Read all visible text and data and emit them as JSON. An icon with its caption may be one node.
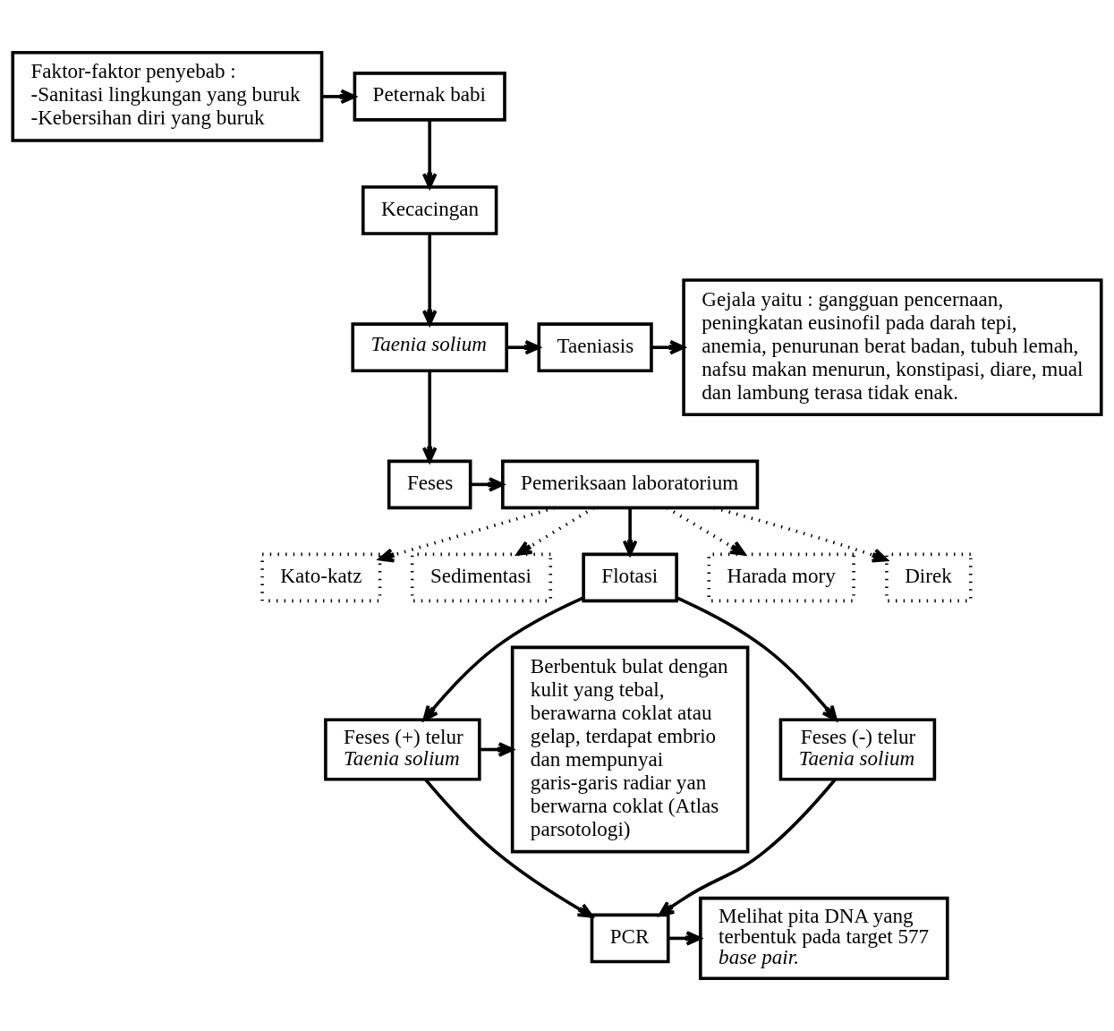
{
  "diagram": {
    "nodes": [
      {
        "text": [
          "Peternak babi"
        ]
      },
      {
        "text": [
          "Faktor-faktor penyebab :",
          "-Sanitasi lingkungan yang buruk",
          "-Kebersihan diri yang buruk"
        ]
      },
      {
        "text": [
          "Kecacingan"
        ]
      },
      {
        "text": [
          "Taenia solium"
        ]
      },
      {
        "text": [
          "Taeniasis"
        ]
      },
      {
        "text": [
          "Gejala yaitu : gangguan pencernaan, peningkatan eusinofil pada darah tepi, anemia, penurunan berat badan, tubuh lemah, nafsu makan menurun, konstipasi, diare, mual dan lambung terasa tidak enak."
        ]
      },
      {
        "text": [
          "Feses"
        ]
      },
      {
        "text": [
          "Pemeriksaan laboratorium"
        ]
      },
      {
        "text": [
          "Kato-katz"
        ]
      },
      {
        "text": [
          "Sedimentasi"
        ]
      },
      {
        "text": [
          "Flotasi"
        ]
      },
      {
        "text": [
          "Harada mory"
        ]
      },
      {
        "text": [
          "Direk"
        ]
      },
      {
        "text": [
          "Feses (+) telur *Taenia solium*"
        ]
      },
      {
        "text": [
          "Feses (-) telur *Taenia solium*"
        ]
      },
      {
        "text": [
          "Berbentuk bulat dengan kulit yang tebal, berawarna coklat atau gelap, terdapat embrio dan mempunyai garis-garis radiar yan berwarna coklat (Atlas parsotologi)"
        ]
      },
      {
        "text": [
          "PCR"
        ]
      },
      {
        "text": [
          "Melihat pita DNA yang terbentuk pada target 577 *base pair.*"
        ]
      }
    ],
    "edges": [
      {
        "from": 1,
        "to": 0,
        "arrow": "to"
      },
      {
        "from": 0,
        "to": 2,
        "arrow": "to"
      },
      {
        "from": 2,
        "to": 3,
        "arrow": "to"
      },
      {
        "from": 3,
        "to": 4,
        "arrow": "to"
      },
      {
        "from": 4,
        "to": 5,
        "arrow": "to"
      },
      {
        "from": 3,
        "to": 6,
        "arrow": "to"
      },
      {
        "from": 6,
        "to": 7,
        "arrow": "to"
      },
      {
        "from": 7,
        "to": 8,
        "arrow": "to",
        "style": "dashed"
      },
      {
        "from": 7,
        "to": 9,
        "arrow": "to",
        "style": "dashed"
      },
      {
        "from": 7,
        "to": 10,
        "arrow": "to"
      },
      {
        "from": 7,
        "to": 11,
        "arrow": "to",
        "style": "dashed"
      },
      {
        "from": 7,
        "to": 12,
        "arrow": "to",
        "style": "dashed"
      },
      {
        "from": 10,
        "to": 13,
        "arrow": "to"
      },
      {
        "from": 10,
        "to": 14,
        "arrow": "to"
      },
      {
        "from": 13,
        "to": 15,
        "arrow": "to"
      },
      {
        "from": 13,
        "to": 16,
        "arrow": "to"
      },
      {
        "from": 14,
        "to": 16,
        "arrow": "to"
      },
      {
        "from": 16,
        "to": 17,
        "arrow": "to"
      }
    ]
  }
}
